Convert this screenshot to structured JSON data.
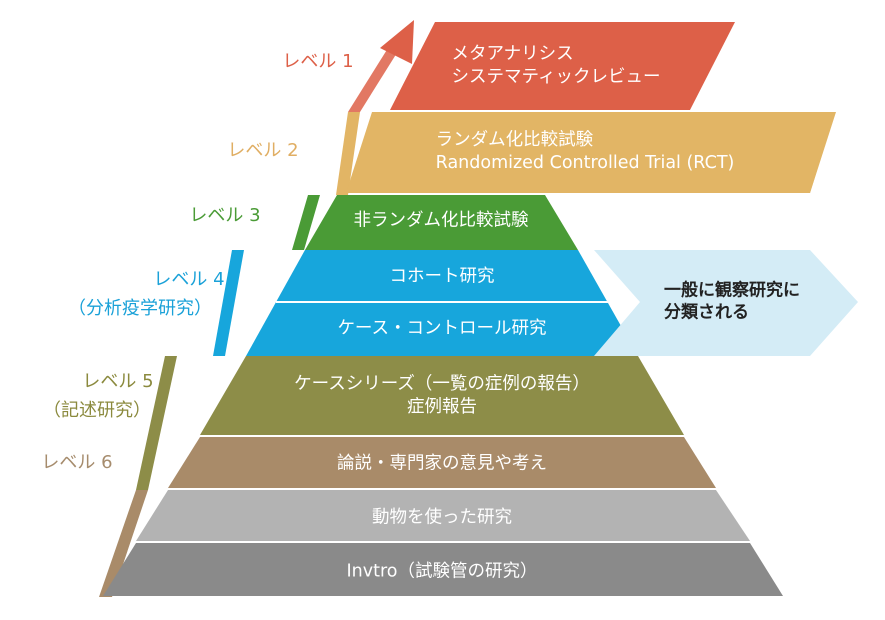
{
  "colors": {
    "level1": "#dd6048",
    "level2": "#e2b565",
    "level3": "#4a9b36",
    "level4": "#17a6dc",
    "level5": "#8d8d48",
    "level6": "#a98b69",
    "animal": "#b3b3b3",
    "invitro": "#8a8a8a",
    "note_bg": "#d4ecf6",
    "label_level1": "#dd6048",
    "label_level2": "#e0ae63",
    "label_level3": "#4a9b36",
    "label_level4": "#1aa1d8",
    "label_level5": "#8b8a3e",
    "label_level6": "#a68c6d"
  },
  "levels": {
    "l1": "レベル 1",
    "l2": "レベル 2",
    "l3": "レベル 3",
    "l4": "レベル 4",
    "l4_sub": "（分析疫学研究）",
    "l5": "レベル 5",
    "l5_sub": "（記述研究）",
    "l6": "レベル 6"
  },
  "bands": {
    "b1_line1": "メタアナリシス",
    "b1_line2": "システマティックレビュー",
    "b2_line1": "ランダム化比較試験",
    "b2_line2": "Randomized Controlled Trial (RCT)",
    "b3": "非ランダム化比較試験",
    "b4a": "コホート研究",
    "b4b": "ケース・コントロール研究",
    "b5_line1": "ケースシリーズ（一覧の症例の報告）",
    "b5_line2": "症例報告",
    "b6": "論説・専門家の意見や考え",
    "b7": "動物を使った研究",
    "b8": "Invtro（試験管の研究）"
  },
  "note": {
    "line1": "一般に観察研究に",
    "line2": "分類される"
  }
}
